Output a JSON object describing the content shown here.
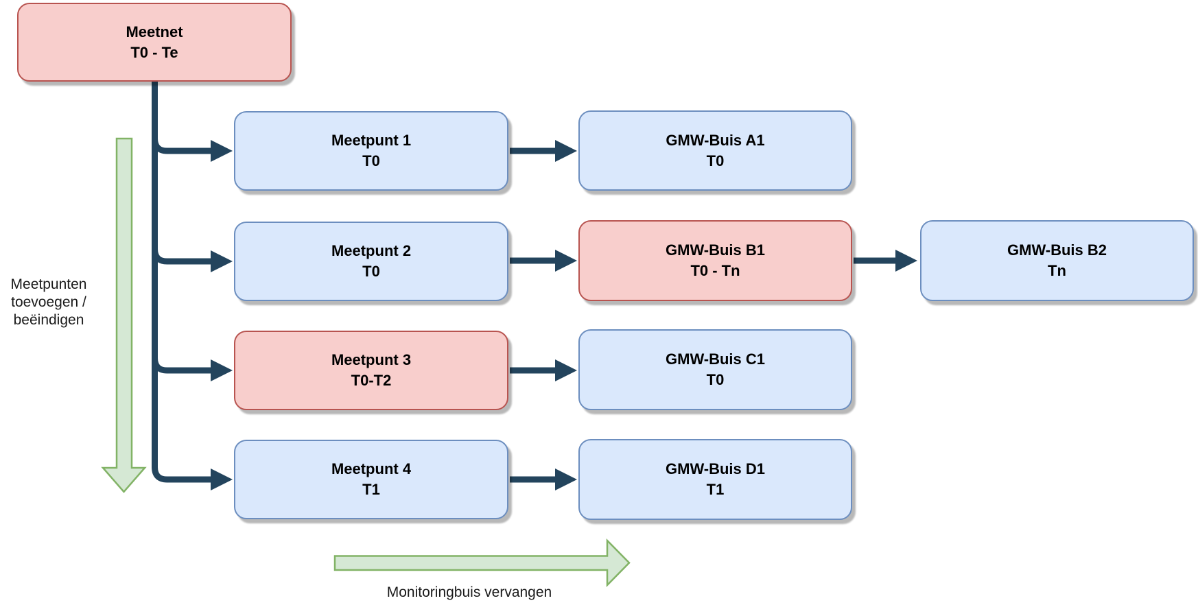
{
  "diagram": {
    "nodes": [
      {
        "id": "meetnet",
        "title": "Meetnet",
        "subtitle": "T0 - Te",
        "variant": "pink"
      },
      {
        "id": "meetpunt-1",
        "title": "Meetpunt 1",
        "subtitle": "T0",
        "variant": "blue"
      },
      {
        "id": "meetpunt-2",
        "title": "Meetpunt 2",
        "subtitle": "T0",
        "variant": "blue"
      },
      {
        "id": "meetpunt-3",
        "title": "Meetpunt 3",
        "subtitle": "T0-T2",
        "variant": "pink"
      },
      {
        "id": "meetpunt-4",
        "title": "Meetpunt 4",
        "subtitle": "T1",
        "variant": "blue"
      },
      {
        "id": "gmw-buis-a1",
        "title": "GMW-Buis A1",
        "subtitle": "T0",
        "variant": "blue"
      },
      {
        "id": "gmw-buis-b1",
        "title": "GMW-Buis B1",
        "subtitle": "T0 - Tn",
        "variant": "pink"
      },
      {
        "id": "gmw-buis-b2",
        "title": "GMW-Buis B2",
        "subtitle": "Tn",
        "variant": "blue"
      },
      {
        "id": "gmw-buis-c1",
        "title": "GMW-Buis C1",
        "subtitle": "T0",
        "variant": "blue"
      },
      {
        "id": "gmw-buis-d1",
        "title": "GMW-Buis D1",
        "subtitle": "T1",
        "variant": "blue"
      }
    ],
    "edges": [
      {
        "from": "Meetnet",
        "to": "Meetpunt 1"
      },
      {
        "from": "Meetnet",
        "to": "Meetpunt 2"
      },
      {
        "from": "Meetnet",
        "to": "Meetpunt 3"
      },
      {
        "from": "Meetnet",
        "to": "Meetpunt 4"
      },
      {
        "from": "Meetpunt 1",
        "to": "GMW-Buis A1"
      },
      {
        "from": "Meetpunt 2",
        "to": "GMW-Buis B1"
      },
      {
        "from": "Meetpunt 3",
        "to": "GMW-Buis C1"
      },
      {
        "from": "Meetpunt 4",
        "to": "GMW-Buis D1"
      },
      {
        "from": "GMW-Buis B1",
        "to": "GMW-Buis B2"
      }
    ],
    "annotations": {
      "left_arrow_label": "Meetpunten\ntoevoegen /\nbeëindigen",
      "bottom_arrow_label": "Monitoringbuis vervangen"
    }
  },
  "colors": {
    "background": "#ffffff",
    "node_blue_fill": "#dae8fc",
    "node_blue_border": "#6c8ebf",
    "node_pink_fill": "#f8cecc",
    "node_pink_border": "#b85450",
    "connector": "#23445d",
    "green_fill": "#d5e8d4",
    "green_border": "#82b366",
    "label_text": "#1a1a1a",
    "node_text": "#000000"
  }
}
